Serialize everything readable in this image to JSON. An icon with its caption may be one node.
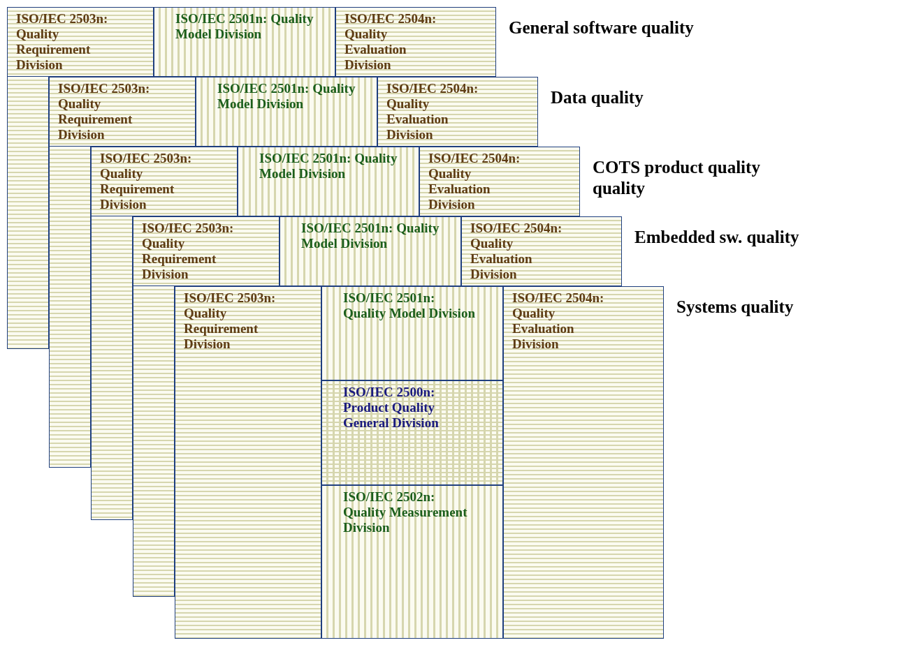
{
  "diagram": {
    "nodes": [
      {
        "text": [
          "ISO/IEC 2503n: Quality Requirement Division"
        ]
      },
      {
        "text": [
          "ISO/IEC 2501n: Quality Model Division"
        ]
      },
      {
        "text": [
          "ISO/IEC 2504n: Quality Evaluation Division"
        ]
      },
      {
        "text": [
          "ISO/IEC 2503n: Quality Requirement Division"
        ]
      },
      {
        "text": [
          "ISO/IEC 2501n: Quality Model Division"
        ]
      },
      {
        "text": [
          "ISO/IEC 2504n: Quality Evaluation Division"
        ]
      },
      {
        "text": [
          "ISO/IEC 2503n: Quality Requirement Division"
        ]
      },
      {
        "text": [
          "ISO/IEC 2501n: Quality Model Division"
        ]
      },
      {
        "text": [
          "ISO/IEC 2504n: Quality Evaluation Division"
        ]
      },
      {
        "text": [
          "ISO/IEC 2503n: Quality Requirement Division"
        ]
      },
      {
        "text": [
          "ISO/IEC 2501n: Quality Model Division"
        ]
      },
      {
        "text": [
          "ISO/IEC 2504n: Quality Evaluation Division"
        ]
      },
      {
        "text": [
          "ISO/IEC 2503n: Quality Requirement Division"
        ]
      },
      {
        "text": [
          "ISO/IEC 2501n: Quality Model Division"
        ]
      },
      {
        "text": [
          "ISO/IEC 2504n: Quality Evaluation Division"
        ]
      },
      {
        "text": [
          "ISO/IEC 2500n: Product Quality General Division"
        ]
      },
      {
        "text": [
          "ISO/IEC 2502n: Quality Measurement Division"
        ]
      },
      {
        "text": [],
        "shape": "box"
      },
      {
        "text": [],
        "shape": "box"
      },
      {
        "text": [],
        "shape": "box"
      },
      {
        "text": [],
        "shape": "box"
      }
    ],
    "labels": [
      "General software quality",
      "Data quality",
      "COTS product quality quality",
      "Embedded sw. quality",
      "Systems quality"
    ]
  }
}
